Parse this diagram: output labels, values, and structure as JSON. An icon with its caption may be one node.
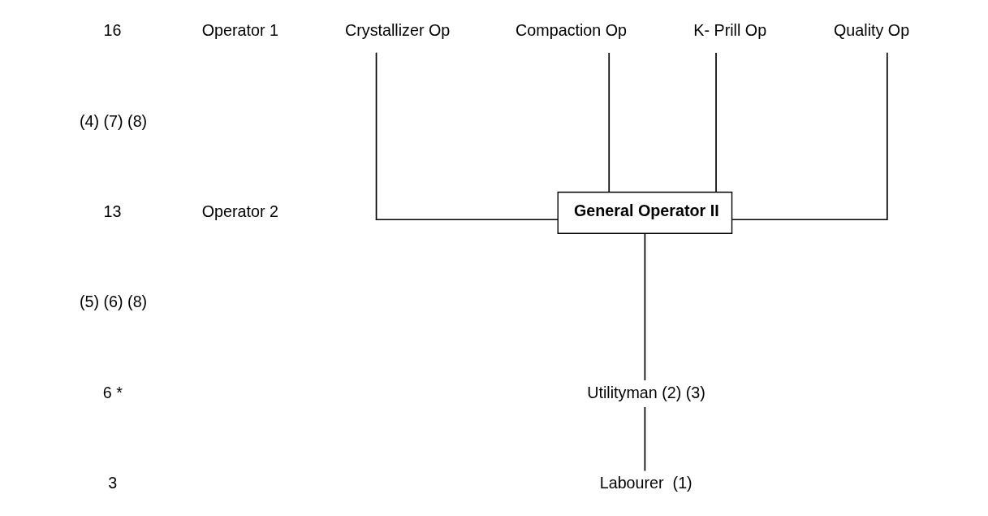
{
  "diagram": {
    "nodes": [
      {
        "text": [
          "Crystallizer Op"
        ]
      },
      {
        "text": [
          "Compaction Op"
        ]
      },
      {
        "text": [
          "K- Prill Op"
        ]
      },
      {
        "text": [
          "Quality Op"
        ]
      },
      {
        "text": [
          "General Operator II"
        ]
      },
      {
        "text": [
          "Utilityman (2) (3)"
        ]
      },
      {
        "text": [
          "Labourer  (1)"
        ]
      }
    ],
    "edges": [
      {
        "from": 4,
        "to": 0,
        "arrow": "none"
      },
      {
        "from": 4,
        "to": 1,
        "arrow": "none"
      },
      {
        "from": 4,
        "to": 2,
        "arrow": "none"
      },
      {
        "from": 4,
        "to": 3,
        "arrow": "none"
      },
      {
        "from": 4,
        "to": 5,
        "arrow": "none"
      },
      {
        "from": 5,
        "to": 6,
        "arrow": "none"
      }
    ],
    "labels": [
      "16",
      "Operator 1",
      "(4) (7) (8)",
      "13",
      "Operator 2",
      "(5) (6) (8)",
      "6 *",
      "3"
    ]
  }
}
